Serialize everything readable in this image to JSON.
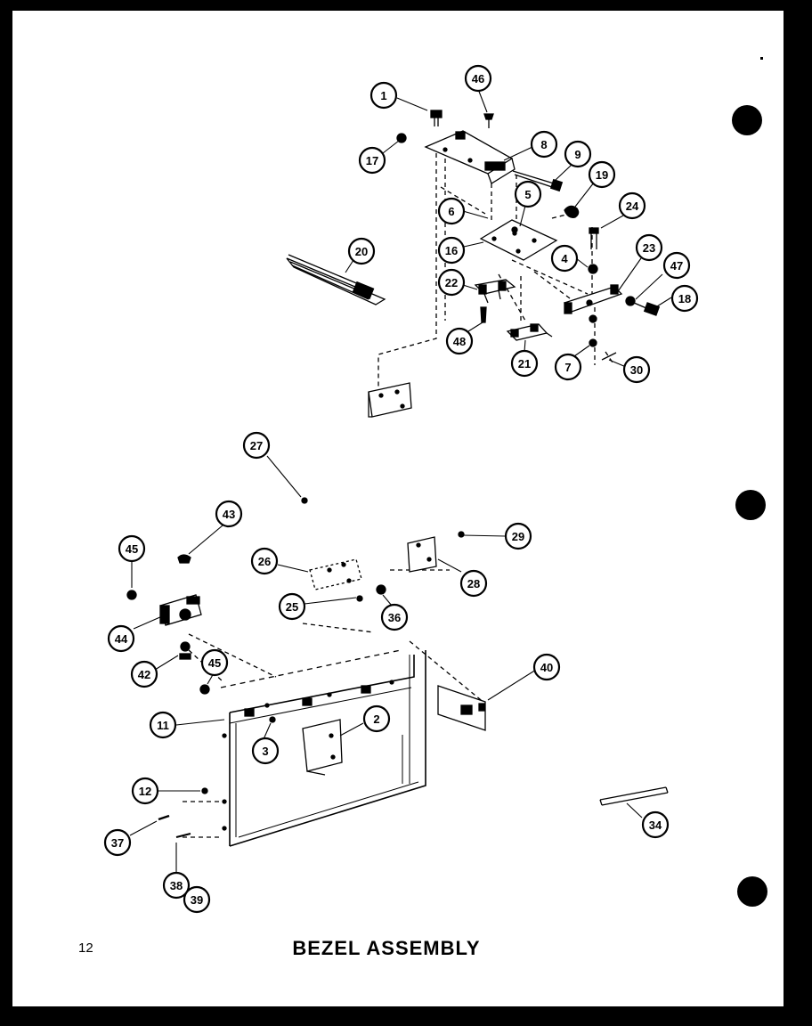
{
  "page": {
    "number": "12",
    "title": "BEZEL ASSEMBLY"
  },
  "callouts": [
    {
      "id": "c1",
      "label": "1"
    },
    {
      "id": "c46a",
      "label": "46"
    },
    {
      "id": "c17",
      "label": "17"
    },
    {
      "id": "c8",
      "label": "8"
    },
    {
      "id": "c9",
      "label": "9"
    },
    {
      "id": "c19",
      "label": "19"
    },
    {
      "id": "c5",
      "label": "5"
    },
    {
      "id": "c6",
      "label": "6"
    },
    {
      "id": "c24",
      "label": "24"
    },
    {
      "id": "c20",
      "label": "20"
    },
    {
      "id": "c16",
      "label": "16"
    },
    {
      "id": "c23",
      "label": "23"
    },
    {
      "id": "c4",
      "label": "4"
    },
    {
      "id": "c47",
      "label": "47"
    },
    {
      "id": "c18",
      "label": "18"
    },
    {
      "id": "c22",
      "label": "22"
    },
    {
      "id": "c48",
      "label": "48"
    },
    {
      "id": "c21",
      "label": "21"
    },
    {
      "id": "c7",
      "label": "7"
    },
    {
      "id": "c30",
      "label": "30"
    },
    {
      "id": "c27",
      "label": "27"
    },
    {
      "id": "c43",
      "label": "43"
    },
    {
      "id": "c45a",
      "label": "45"
    },
    {
      "id": "c29",
      "label": "29"
    },
    {
      "id": "c26",
      "label": "26"
    },
    {
      "id": "c28",
      "label": "28"
    },
    {
      "id": "c25",
      "label": "25"
    },
    {
      "id": "c36",
      "label": "36"
    },
    {
      "id": "c44",
      "label": "44"
    },
    {
      "id": "c42",
      "label": "42"
    },
    {
      "id": "c45b",
      "label": "45"
    },
    {
      "id": "c40",
      "label": "40"
    },
    {
      "id": "c11",
      "label": "11"
    },
    {
      "id": "c3",
      "label": "3"
    },
    {
      "id": "c2",
      "label": "2"
    },
    {
      "id": "c12",
      "label": "12"
    },
    {
      "id": "c34",
      "label": "34"
    },
    {
      "id": "c37",
      "label": "37"
    },
    {
      "id": "c38",
      "label": "38"
    },
    {
      "id": "c39",
      "label": "39"
    }
  ]
}
